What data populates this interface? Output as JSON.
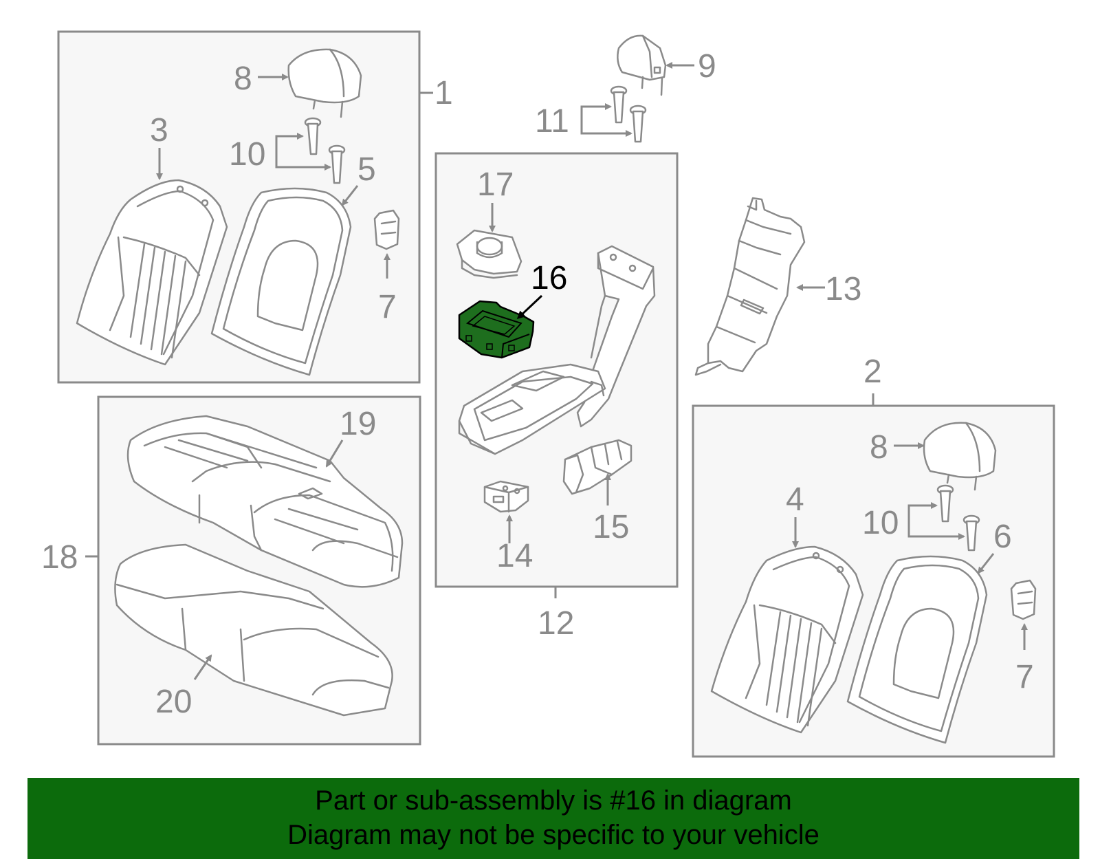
{
  "callouts": {
    "c1": "1",
    "c2": "2",
    "c3": "3",
    "c4": "4",
    "c5": "5",
    "c6": "6",
    "c7a": "7",
    "c7b": "7",
    "c8a": "8",
    "c8b": "8",
    "c9": "9",
    "c10a": "10",
    "c10b": "10",
    "c11": "11",
    "c12": "12",
    "c13": "13",
    "c14": "14",
    "c15": "15",
    "c16": "16",
    "c17": "17",
    "c18": "18",
    "c19": "19",
    "c20": "20"
  },
  "highlight": {
    "part": "16",
    "color": "#1e6e1e"
  },
  "banner": {
    "line1": "Part or sub-assembly is #16 in diagram",
    "line2": "Diagram may not be specific to your vehicle",
    "background": "#0c6b0c"
  }
}
